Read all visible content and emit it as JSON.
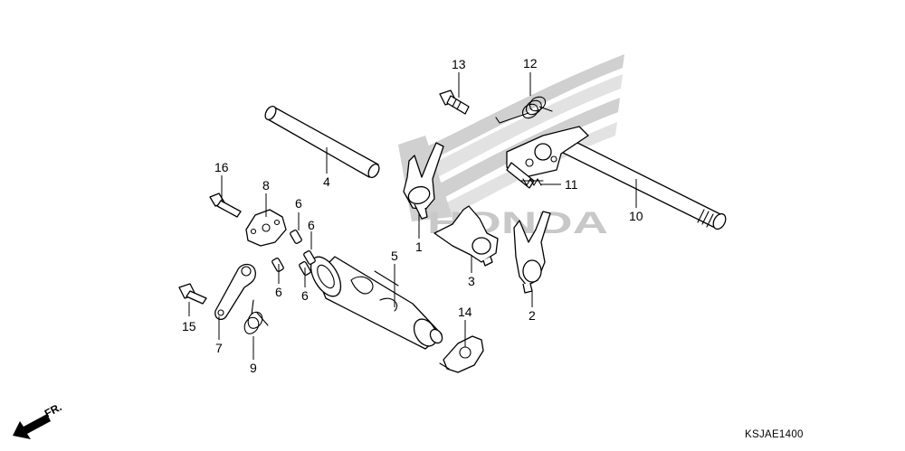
{
  "diagram": {
    "part_labels": {
      "p1": "1",
      "p2": "2",
      "p3": "3",
      "p4": "4",
      "p5": "5",
      "p6a": "6",
      "p6b": "6",
      "p6c": "6",
      "p6d": "6",
      "p7": "7",
      "p8": "8",
      "p9": "9",
      "p10": "10",
      "p11": "11",
      "p12": "12",
      "p13": "13",
      "p14": "14",
      "p15": "15",
      "p16": "16"
    },
    "watermark": "HONDA",
    "front_indicator": "FR.",
    "diagram_code": "KSJAE1400"
  }
}
